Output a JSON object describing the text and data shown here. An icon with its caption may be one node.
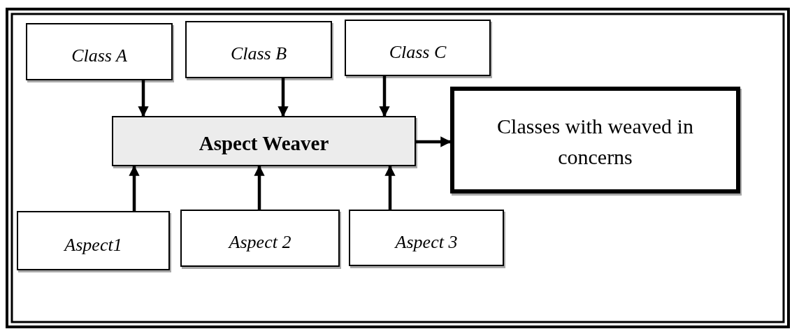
{
  "diagram": {
    "nodes": [
      {
        "text": [
          "Class A"
        ]
      },
      {
        "text": [
          "Class B"
        ]
      },
      {
        "text": [
          "Class C"
        ]
      },
      {
        "text": [
          "Aspect Weaver"
        ]
      },
      {
        "text": [
          "Classes with weaved in concerns"
        ]
      },
      {
        "text": [
          "Aspect1"
        ]
      },
      {
        "text": [
          "Aspect 2"
        ]
      },
      {
        "text": [
          "Aspect 3"
        ]
      }
    ],
    "edges": [
      {
        "from": 0,
        "to": 3,
        "arrow": "to"
      },
      {
        "from": 1,
        "to": 3,
        "arrow": "to"
      },
      {
        "from": 2,
        "to": 3,
        "arrow": "to"
      },
      {
        "from": 5,
        "to": 3,
        "arrow": "to"
      },
      {
        "from": 6,
        "to": 3,
        "arrow": "to"
      },
      {
        "from": 7,
        "to": 3,
        "arrow": "to"
      },
      {
        "from": 3,
        "to": 4,
        "arrow": "to"
      }
    ]
  }
}
